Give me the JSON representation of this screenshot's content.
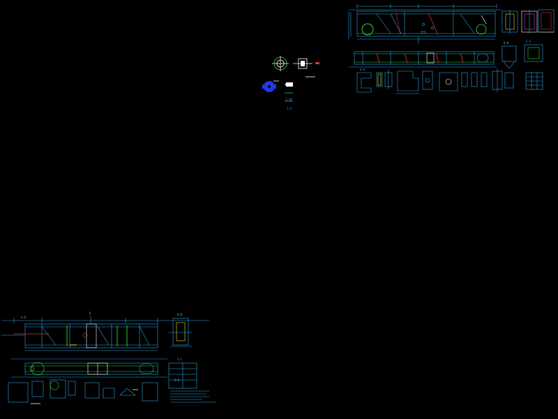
{
  "canvas": {
    "background": "#000000"
  },
  "colors": {
    "outline": "#2FA8E8",
    "green": "#2EE02E",
    "yellow": "#E8E82E",
    "red": "#E83030",
    "white": "#FFFFFF",
    "blue": "#2438E8",
    "magenta": "#E02EE0"
  },
  "sheet_top": {
    "section_labels": [
      "A—A",
      "B—B",
      "C—C"
    ]
  },
  "sheet_bottom": {
    "section_labels": [
      "A—B",
      "B",
      "B—B",
      "C—C",
      "D—D"
    ]
  },
  "symbols": {
    "labels": [
      "1:10",
      "1:5"
    ]
  }
}
